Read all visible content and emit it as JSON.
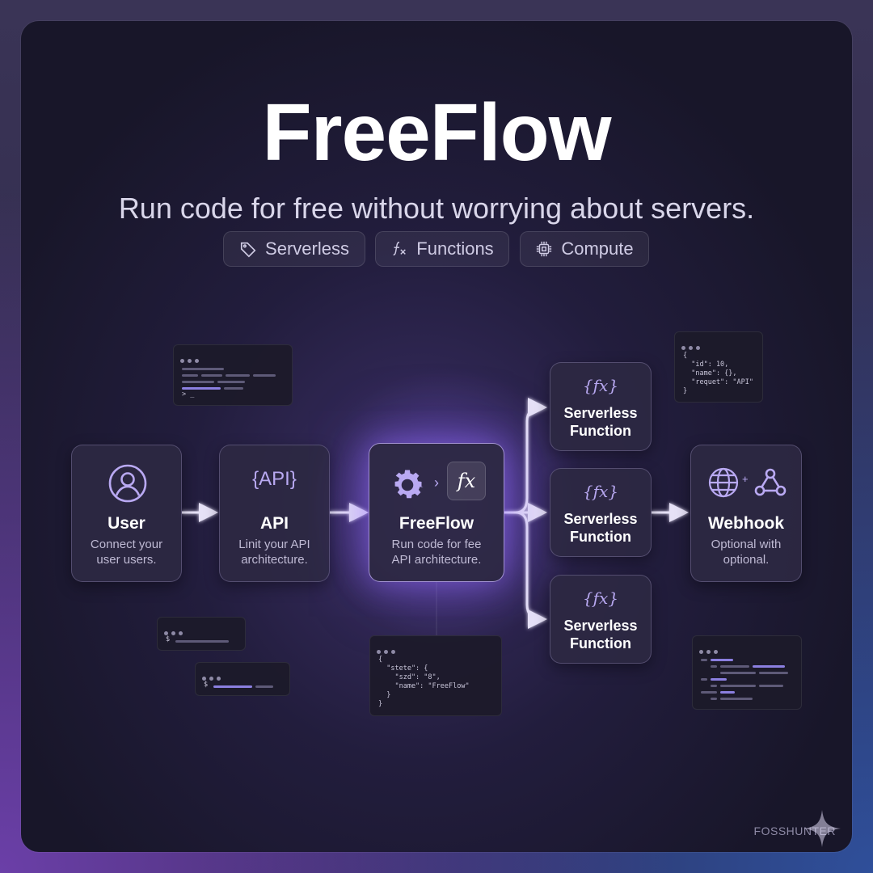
{
  "header": {
    "title": "FreeFlow",
    "subtitle": "Run code for free without worrying about servers."
  },
  "tags": [
    {
      "label": "Serverless",
      "icon": "tag-icon"
    },
    {
      "label": "Functions",
      "icon": "function-icon"
    },
    {
      "label": "Compute",
      "icon": "cpu-chip-icon"
    }
  ],
  "nodes": {
    "user": {
      "name": "User",
      "desc1": "Connect your",
      "desc2": "user users.",
      "icon": "user-circle-icon"
    },
    "api": {
      "name": "API",
      "desc1": "Linit your API",
      "desc2": "architecture.",
      "icon_text": "{API}"
    },
    "freeflow": {
      "name": "FreeFlow",
      "desc1": "Run code for fee",
      "desc2": "API architecture.",
      "icon": "gear-icon",
      "fx": "fx"
    },
    "functions": [
      {
        "line1": "Serverless",
        "line2": "Function",
        "icon_text": "{fx}"
      },
      {
        "line1": "Serverless",
        "line2": "Function",
        "icon_text": "{fx}"
      },
      {
        "line1": "Serverless",
        "line2": "Function",
        "icon_text": "{fx}"
      }
    ],
    "webhook": {
      "name": "Webhook",
      "desc1": "Optional with",
      "desc2": "optional.",
      "plus": "+",
      "icon": "globe-icon"
    }
  },
  "snippets": {
    "top_right": [
      "{",
      "  \"id\": 10,",
      "  \"name\": {},",
      "  \"requet\": \"API\"",
      "}"
    ],
    "bottom_center": [
      "{",
      "  \"stete\": {",
      "    \"szd\": \"8\",",
      "    \"name\": \"FreeFlow\"",
      "  }",
      "}"
    ],
    "terminal_prompt": "> _",
    "dollar": "$"
  },
  "watermark": "FOSSHUNTER",
  "colors": {
    "accent": "#9d8cf0",
    "connector": "#e6e1f7",
    "glow": "#8c64ff"
  }
}
